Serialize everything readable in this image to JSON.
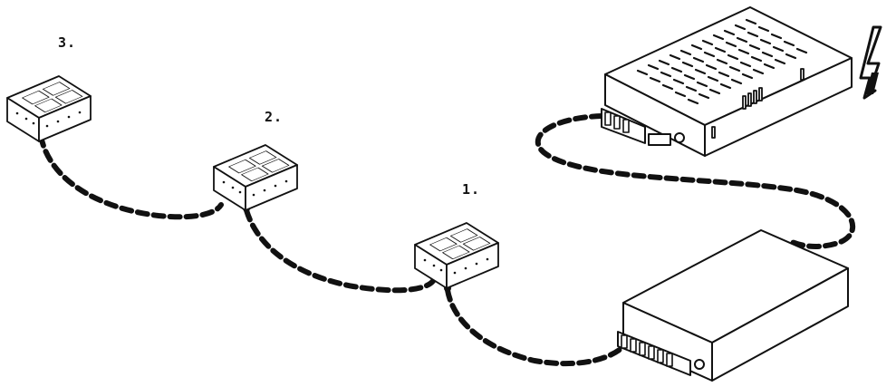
{
  "labels": {
    "node_1": "1.",
    "node_2": "2.",
    "node_3": "3."
  },
  "colors": {
    "stroke": "#111111",
    "fill": "#ffffff",
    "cable": "#111111"
  },
  "icons": {
    "power": "lightning-bolt-icon"
  }
}
